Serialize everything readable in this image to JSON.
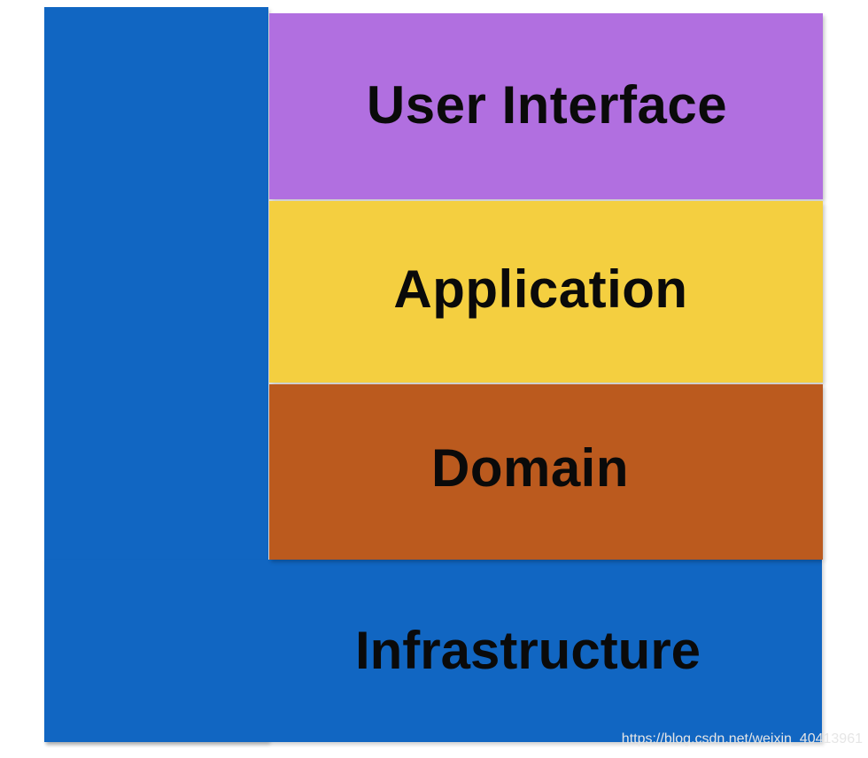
{
  "layers": {
    "user_interface": "User Interface",
    "application": "Application",
    "domain": "Domain",
    "infrastructure": "Infrastructure"
  },
  "colors": {
    "user_interface": "#b16fe0",
    "application": "#f4cf40",
    "domain": "#bb5a1e",
    "infrastructure": "#1166c2"
  },
  "watermark": "https://blog.csdn.net/weixin_40413961"
}
